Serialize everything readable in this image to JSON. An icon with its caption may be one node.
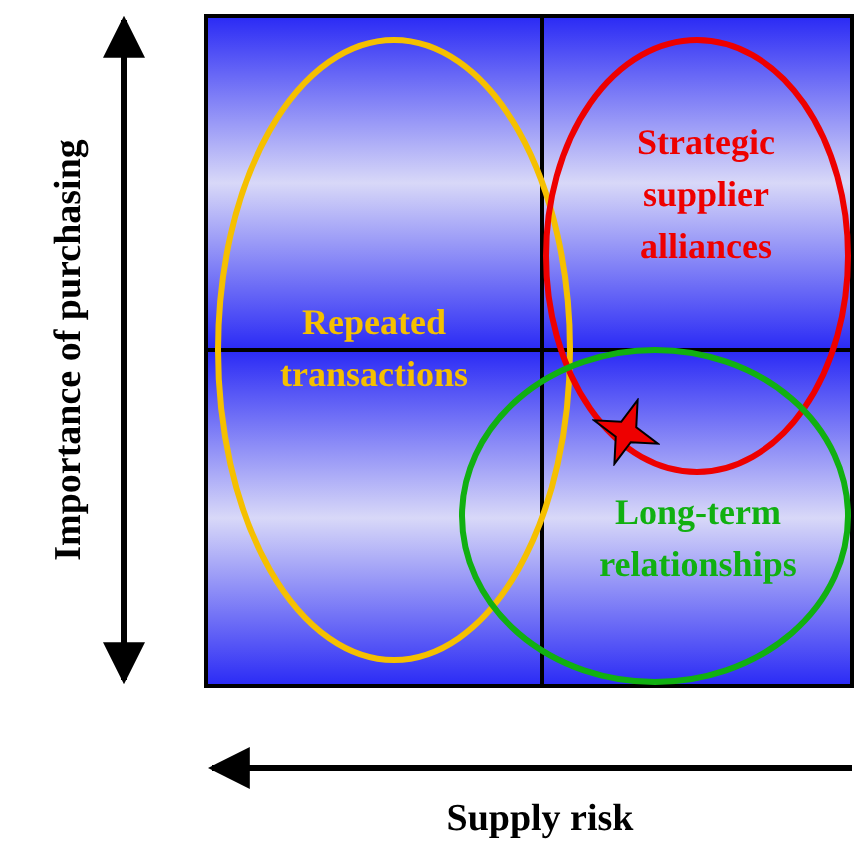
{
  "diagram": {
    "nodes": [
      {
        "text": [
          "Repeated transactions"
        ]
      },
      {
        "text": [
          "Strategic supplier alliances"
        ]
      },
      {
        "text": [
          "Long-term relationships"
        ]
      }
    ],
    "labels": [
      "Importance of purchasing",
      "Supply risk"
    ]
  }
}
